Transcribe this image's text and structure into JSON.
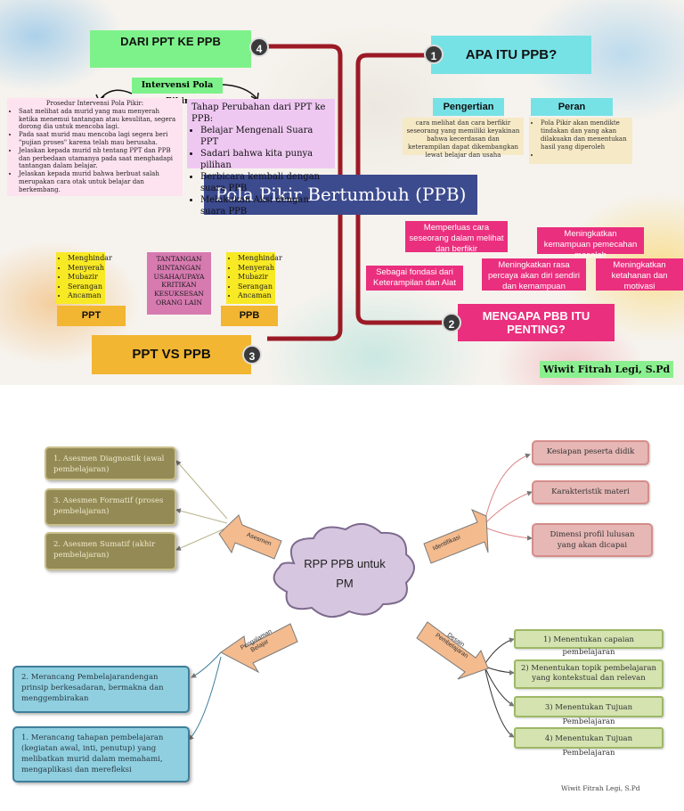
{
  "top": {
    "center_title": "Pola Pikir Bertumbuh (PPB)",
    "author": "Wiwit Fitrah Legi, S.Pd",
    "section1": {
      "badge": "1",
      "title": "APA ITU PPB?",
      "pengertian_label": "Pengertian",
      "pengertian_text": "cara melihat dan cara berfikir seseorang yang memiliki keyakinan bahwa kecerdasan dan keterampilan dapat dikembangkan lewat belajar dan usaha",
      "peran_label": "Peran",
      "peran_items": [
        "Pola Pikir akan mendikte tindakan dan yang akan dilakuakn dan menentukan hasil yang diperoleh",
        ""
      ]
    },
    "section2": {
      "badge": "2",
      "title": "MENGAPA PBB ITU PENTING?",
      "reasons": [
        "Memperluas cara seseorang dalam melihat dan berfikir",
        "Meningkatkan kemampuan pemecahan masalah",
        "Sebagai fondasi dari Keterampilan dan Alat",
        "Meningkatkan rasa percaya  akan diri sendiri dan kemampuan",
        "Meningkatkan ketahanan dan motivasi"
      ]
    },
    "section3": {
      "badge": "3",
      "title": "PPT VS PPB",
      "ppt_label": "PPT",
      "ppb_label": "PPB",
      "ppt_items": [
        "Menghindar",
        "Menyerah",
        "Mubazir",
        "Serangan",
        "Ancaman"
      ],
      "ppb_items": [
        "Menghindar",
        "Menyerah",
        "Mubazir",
        "Serangan",
        "Ancaman"
      ],
      "middle_text": "TANTANGAN RINTANGAN USAHA/UPAYA KRITIKAN KESUKSESAN ORANG LAIN"
    },
    "section4": {
      "badge": "4",
      "title": "DARI PPT KE PPB",
      "intervention_label": "Intervensi Pola Pikir",
      "procedure_title": "Prosedur Intervensi Pola Pikir:",
      "procedure_items": [
        "Saat melihat ada murid yang mau menyerah ketika menemui tantangan atau kesulitan, segera dorong dia untuk mencoba lagi.",
        "Pada saat murid mau mencoba lagi segera beri \"pujian proses\" karena telah mau berusaha.",
        "Jelaskan kepada murid nb tentang PPT dan PPB dan perbedaan utamanya pada saat menghadapi tantangan dalam belajar.",
        "Jelaskan kepada murid bahwa berbuat salah merupakan cara otak untuk belajar dan berkembang."
      ],
      "steps_title": "Tahap Perubahan dari PPT ke PPB:",
      "steps": [
        "Belajar Mengenali Suara PPT",
        "Sadari bahwa kita punya pilihan",
        "Berbicara kembali dengan suara PPB",
        "Melakukan Aksi dengan suara PPB"
      ]
    }
  },
  "bottom": {
    "center": "RPP PPB untuk PM",
    "author": "Wiwit Fitrah Legi, S.Pd",
    "arrows": {
      "asesmen": "Asesmen",
      "identifikasi": "Identifikasi",
      "desain": "Desain Pembelajaran",
      "pengalaman": "Pengalaman Belajar"
    },
    "asesmen_items": [
      "1.    Asesmen Diagnostik (awal pembelajaran)",
      "3.    Asesmen Formatif (proses pembelajaran)",
      "2.    Asesmen Sumatif (akhir pembelajaran)"
    ],
    "identifikasi_items": [
      "Kesiapan peserta didik",
      "Karakteristik materi",
      "Dimensi profil lulusan yang akan dicapai"
    ],
    "desain_items": [
      "1) Menentukan capaian pembelajaran",
      "2) Menentukan topik pembelajaran yang kontekstual dan relevan",
      "3) Menentukan Tujuan Pembelajaran",
      "4) Menentukan Tujuan Pembelajaran"
    ],
    "pengalaman_items": [
      "2.    Merancang Pembelajarandengan prinsip berkesadaran, bermakna dan menggembirakan",
      "1.    Merancang tahapan pembelajaran (kegiatan awal, inti, penutup) yang melibatkan murid dalam memahami, mengaplikasi dan merefleksi"
    ]
  }
}
